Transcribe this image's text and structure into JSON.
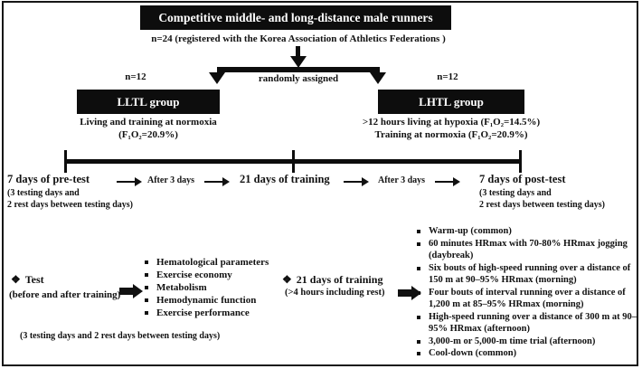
{
  "header": {
    "title": "Competitive middle- and long-distance male runners",
    "subtitle": "n=24 (registered with the Korea Association of Athletics Federations )",
    "assignment_label": "randomly assigned",
    "left_n": "n=12",
    "right_n": "n=12"
  },
  "groups": {
    "left": {
      "name": "LLTL group",
      "line1": "Living and training at normoxia",
      "line2": "(F₁O₂=20.9%)"
    },
    "right": {
      "name": "LHTL group",
      "line1": ">12 hours living at hypoxia (F₁O₂=14.5%)",
      "line2": "Training at normoxia (F₁O₂=20.9%)"
    }
  },
  "timeline": {
    "pre_test": "7 days of pre-test",
    "pre_test_note": "(3 testing days and\n 2 rest days between testing days)",
    "after1": "After 3 days",
    "training": "21 days of training",
    "after2": "After 3 days",
    "post_test": "7 days of post-test",
    "post_test_note": "(3 testing days and\n 2 rest days between testing days)"
  },
  "test_section": {
    "diamond_icon": "❖",
    "title": "Test",
    "subtitle": "(before and after training)",
    "note": "(3 testing days and 2 rest days between testing days)",
    "items": [
      "Hematological parameters",
      "Exercise economy",
      "Metabolism",
      "Hemodynamic function",
      "Exercise performance"
    ]
  },
  "training_section": {
    "diamond_icon": "❖",
    "title": "21 days of training",
    "subtitle": "(>4 hours including rest)",
    "items": [
      "Warm-up (common)",
      "60 minutes HRmax with 70-80% HRmax jogging (daybreak)",
      "Six bouts of high-speed running over a distance of 150 m at 90–95% HRmax (morning)",
      "Four bouts of interval running over a distance of 1,200 m at 85–95% HRmax (morning)",
      "High-speed running over a distance of 300 m at 90–95% HRmax (afternoon)",
      "3,000-m or 5,000-m time trial (afternoon)",
      "Cool-down (common)"
    ]
  }
}
